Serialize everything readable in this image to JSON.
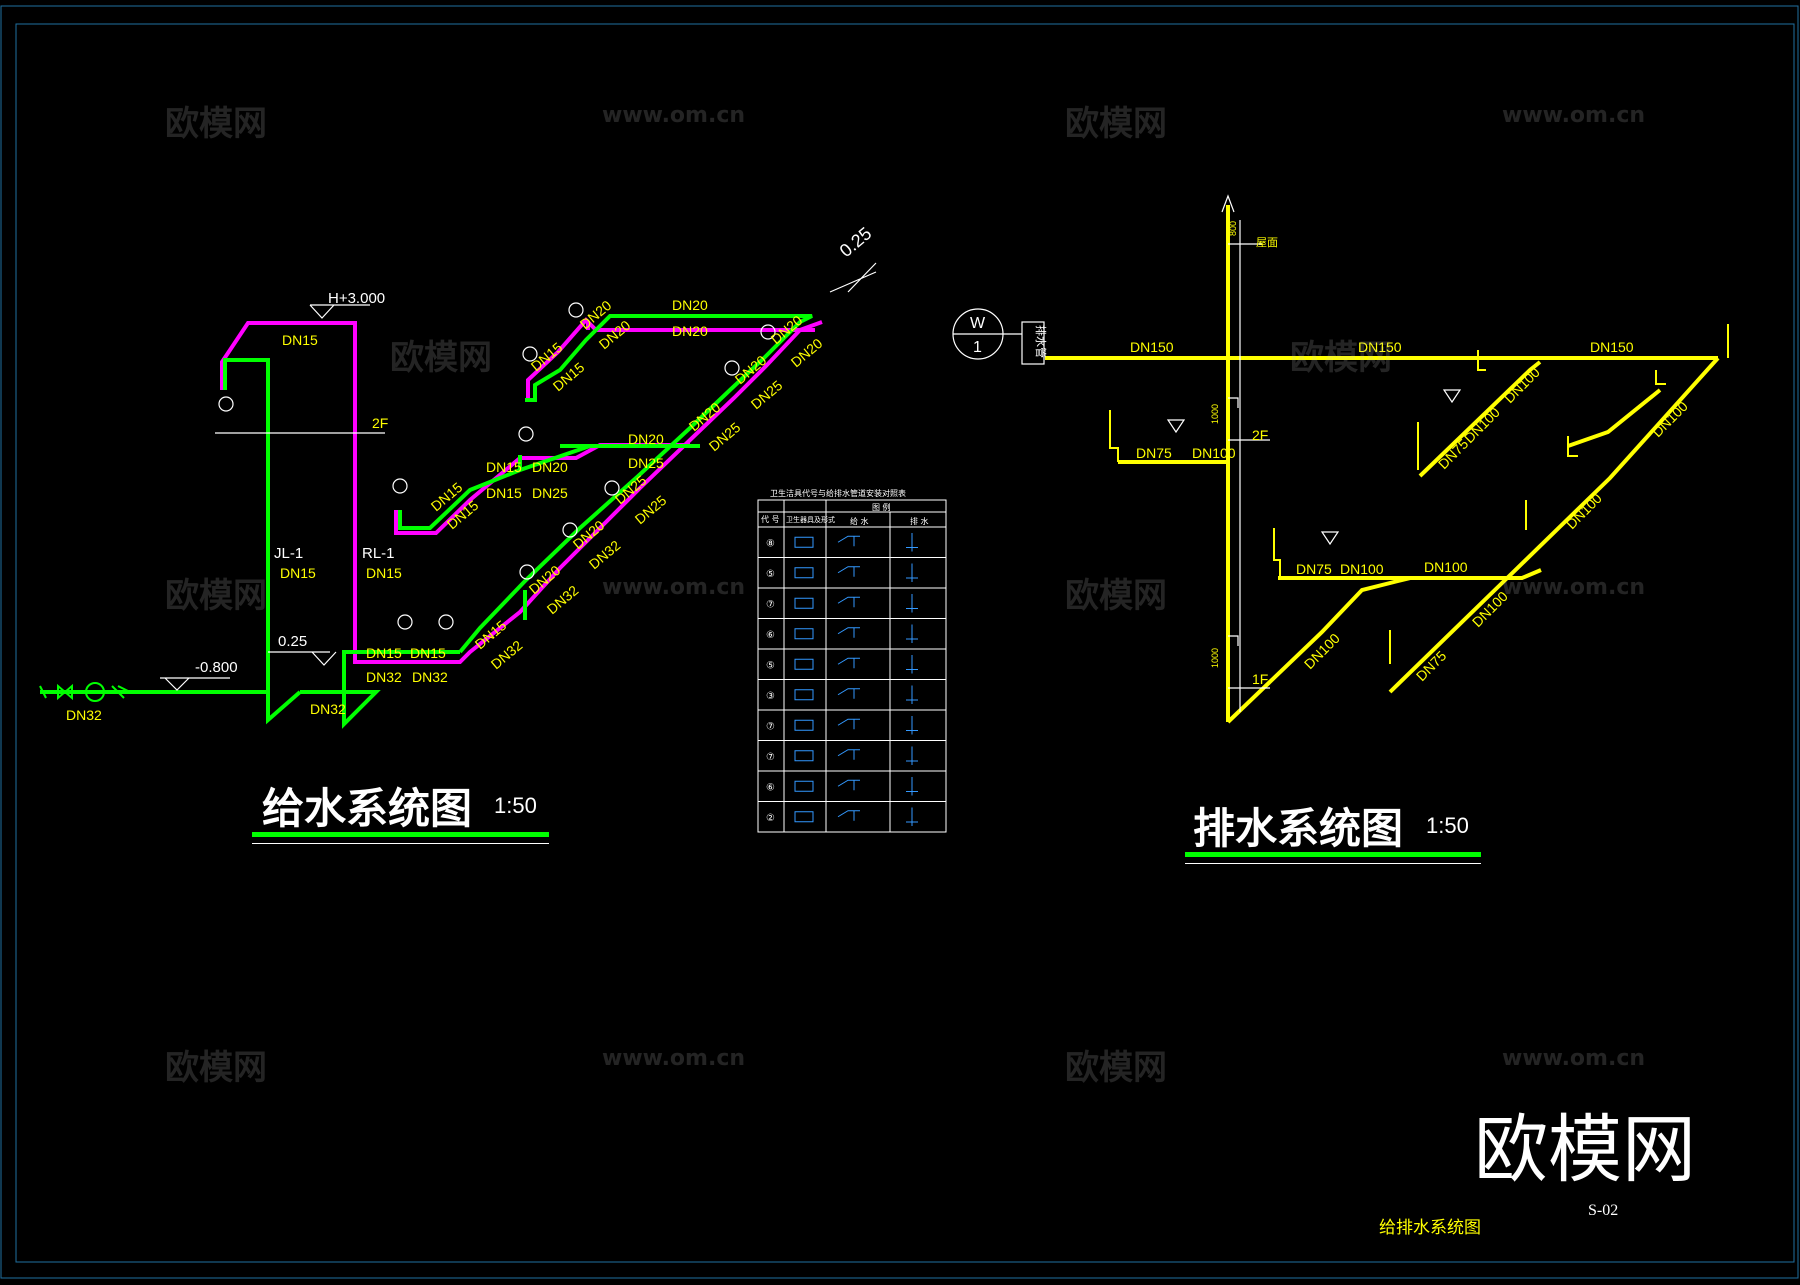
{
  "supply": {
    "title": "给水系统图",
    "scale": "1:50",
    "elev_top": "H+3.000",
    "elev_low": "-0.800",
    "elev_025": "0.25",
    "floor2": "2F",
    "riser_jl": "JL-1",
    "riser_rl": "RL-1",
    "dn15": "DN15",
    "dn20": "DN20",
    "dn25": "DN25",
    "dn32": "DN32",
    "slope": "0.25"
  },
  "drain": {
    "title": "排水系统图",
    "scale": "1:50",
    "well_top": "W",
    "well_bottom": "1",
    "well_tag": "排水管",
    "floor2": "2F",
    "floor1": "1F",
    "roof": "屋面",
    "dn75": "DN75",
    "dn100": "DN100",
    "dn150": "DN150",
    "dim_top": "800",
    "dim_mid": "1000",
    "dim_low": "1000"
  },
  "table": {
    "title": "卫生洁具代号与给排水管道安装对照表",
    "head": [
      "代 号",
      "卫生器具及形式",
      "图 例",
      "给 水",
      "排 水"
    ],
    "rows": [
      "⑧",
      "⑤",
      "⑦",
      "⑥",
      "⑤",
      "③",
      "⑦",
      "⑦",
      "⑥",
      "②"
    ]
  },
  "sheet": {
    "name": "给排水系统图",
    "number": "S-02",
    "logo": "欧模网"
  },
  "watermark": {
    "brand": "欧模网",
    "url": "www.om.cn"
  },
  "colors": {
    "cold": "#00ff00",
    "hot": "#ff00ff",
    "drain": "#ffff00",
    "label": "#ffff00",
    "table": "#3399ff",
    "frame": "#1f6fa0"
  }
}
